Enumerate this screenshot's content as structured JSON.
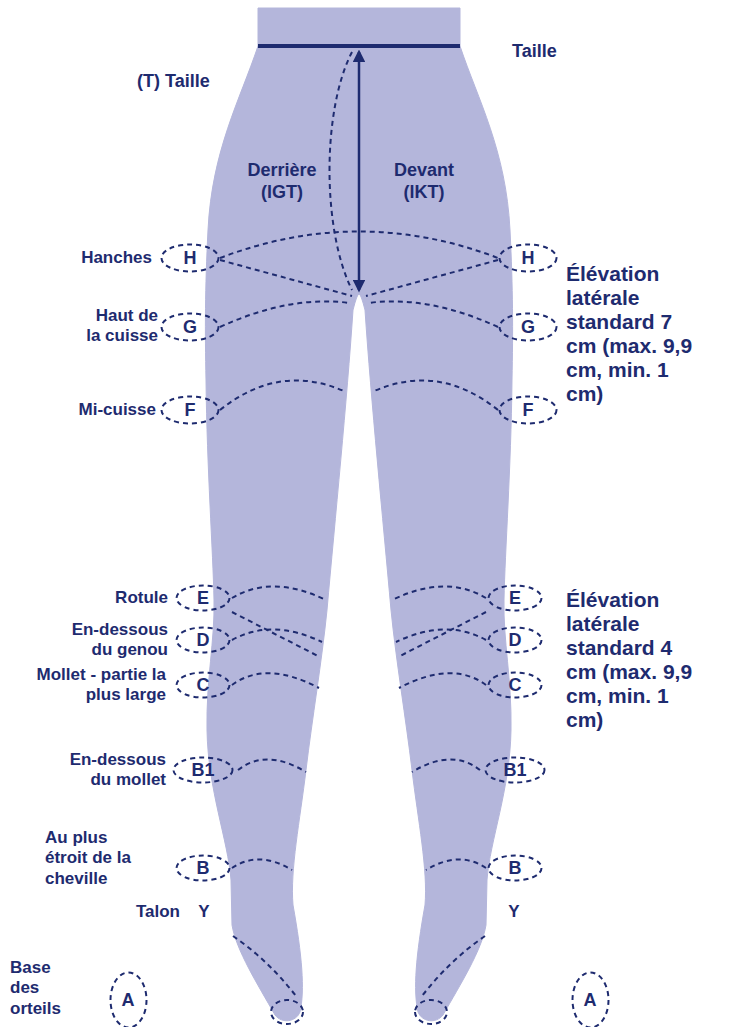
{
  "diagram": {
    "nodes": [
      {
        "text": [
          "H"
        ]
      },
      {
        "text": [
          "H"
        ]
      },
      {
        "text": [
          "G"
        ]
      },
      {
        "text": [
          "G"
        ]
      },
      {
        "text": [
          "F"
        ]
      },
      {
        "text": [
          "F"
        ]
      },
      {
        "text": [
          "E"
        ]
      },
      {
        "text": [
          "E"
        ]
      },
      {
        "text": [
          "D"
        ]
      },
      {
        "text": [
          "D"
        ]
      },
      {
        "text": [
          "C"
        ]
      },
      {
        "text": [
          "C"
        ]
      },
      {
        "text": [
          "B1"
        ]
      },
      {
        "text": [
          "B1"
        ]
      },
      {
        "text": [
          "B"
        ]
      },
      {
        "text": [
          "B"
        ]
      },
      {
        "text": [
          "A"
        ]
      },
      {
        "text": [
          "A"
        ]
      }
    ],
    "labels": [
      "(T) Taille",
      "Taille",
      "Derrière (lGT)",
      "Devant (lKT)",
      "Hanches",
      "Haut de la cuisse",
      "Élévation latérale standard 7 cm (max. 9,9 cm, min. 1 cm)",
      "Mi-cuisse",
      "Rotule",
      "Élévation latérale standard 4 cm (max. 9,9 cm, min. 1 cm)",
      "En-dessous du genou",
      "Mollet - partie la plus large",
      "En-dessous du mollet",
      "Au plus étroit de la cheville",
      "Talon",
      "Y",
      "Y",
      "Base des orteils"
    ]
  }
}
